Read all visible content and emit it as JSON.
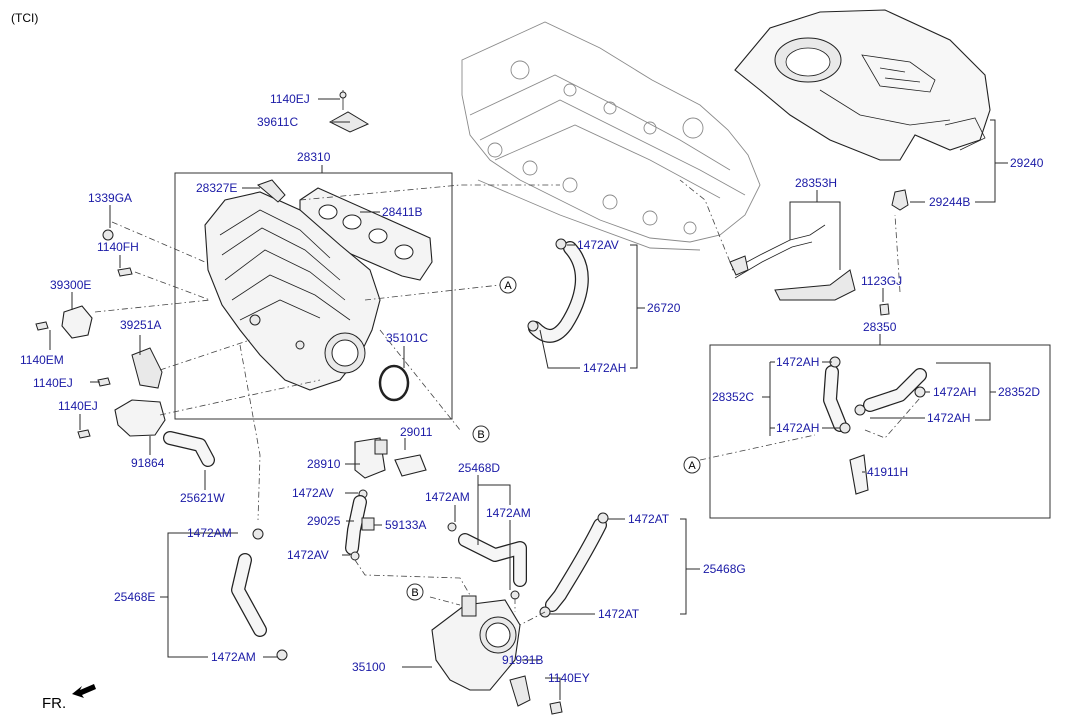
{
  "header": {
    "variant": "(TCI)"
  },
  "parts": {
    "p_1140EJ_top": "1140EJ",
    "p_39611C": "39611C",
    "p_28310": "28310",
    "p_28327E": "28327E",
    "p_28411B": "28411B",
    "p_1339GA": "1339GA",
    "p_1140FH": "1140FH",
    "p_39300E": "39300E",
    "p_1140EM": "1140EM",
    "p_39251A": "39251A",
    "p_1140EJ_mid": "1140EJ",
    "p_1140EJ_low": "1140EJ",
    "p_91864": "91864",
    "p_25621W": "25621W",
    "p_35101C": "35101C",
    "p_1472AV_top": "1472AV",
    "p_26720": "26720",
    "p_1472AH_mid": "1472AH",
    "p_29011": "29011",
    "p_28910": "28910",
    "p_1472AV_a": "1472AV",
    "p_29025": "29025",
    "p_59133A": "59133A",
    "p_1472AV_b": "1472AV",
    "p_25468D": "25468D",
    "p_1472AM_a": "1472AM",
    "p_1472AM_b": "1472AM",
    "p_1472AM_c": "1472AM",
    "p_25468E": "25468E",
    "p_1472AM_d": "1472AM",
    "p_1472AT_a": "1472AT",
    "p_25468G": "25468G",
    "p_1472AT_b": "1472AT",
    "p_35100": "35100",
    "p_91931B": "91931B",
    "p_1140EY": "1140EY",
    "p_29240": "29240",
    "p_29244B": "29244B",
    "p_28353H": "28353H",
    "p_1123GJ": "1123GJ",
    "p_28350": "28350",
    "p_1472AH_1": "1472AH",
    "p_28352C": "28352C",
    "p_1472AH_2": "1472AH",
    "p_28352D": "28352D",
    "p_1472AH_3": "1472AH",
    "p_1472AH_4": "1472AH",
    "p_41911H": "41911H"
  },
  "refs": {
    "A": "A",
    "B": "B"
  },
  "orientation": {
    "label": "FR."
  }
}
